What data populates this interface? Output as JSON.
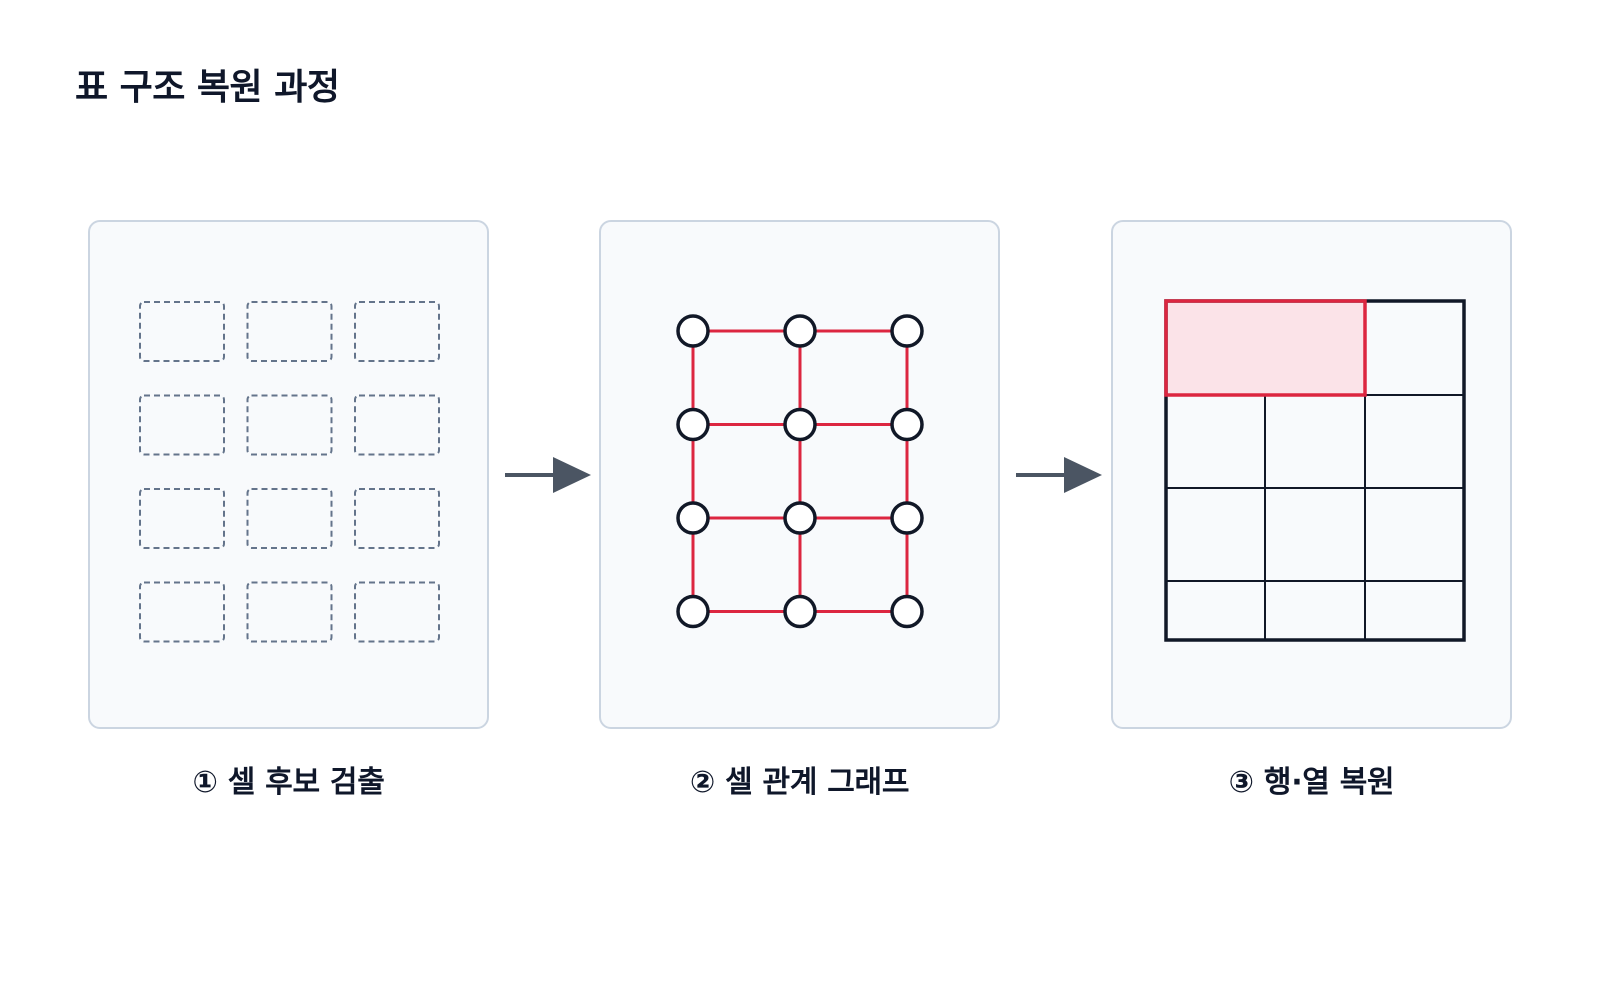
{
  "title": "표 구조 복원 과정",
  "steps": [
    {
      "label": "① 셀 후보 검출"
    },
    {
      "label": "② 셀 관계 그래프"
    },
    {
      "label": "③ 행·열 복원"
    }
  ],
  "colors": {
    "title": "#0f172a",
    "panel_fill": "#f8fafc",
    "panel_border": "#cbd5e1",
    "candidate_dash": "#64748b",
    "graph_edge": "#dc2640",
    "graph_node_stroke": "#111827",
    "table_line": "#111827",
    "merged_cell_fill": "#fbe3e8",
    "merged_cell_border": "#dc2640",
    "arrow": "#4b5563"
  },
  "candidate_grid": {
    "rows": 4,
    "cols": 3
  },
  "graph_grid": {
    "rows": 4,
    "cols": 3
  },
  "table_grid": {
    "rows": 4,
    "cols": 3,
    "merged_cell": {
      "row": 1,
      "col_start": 1,
      "col_end": 2
    }
  }
}
